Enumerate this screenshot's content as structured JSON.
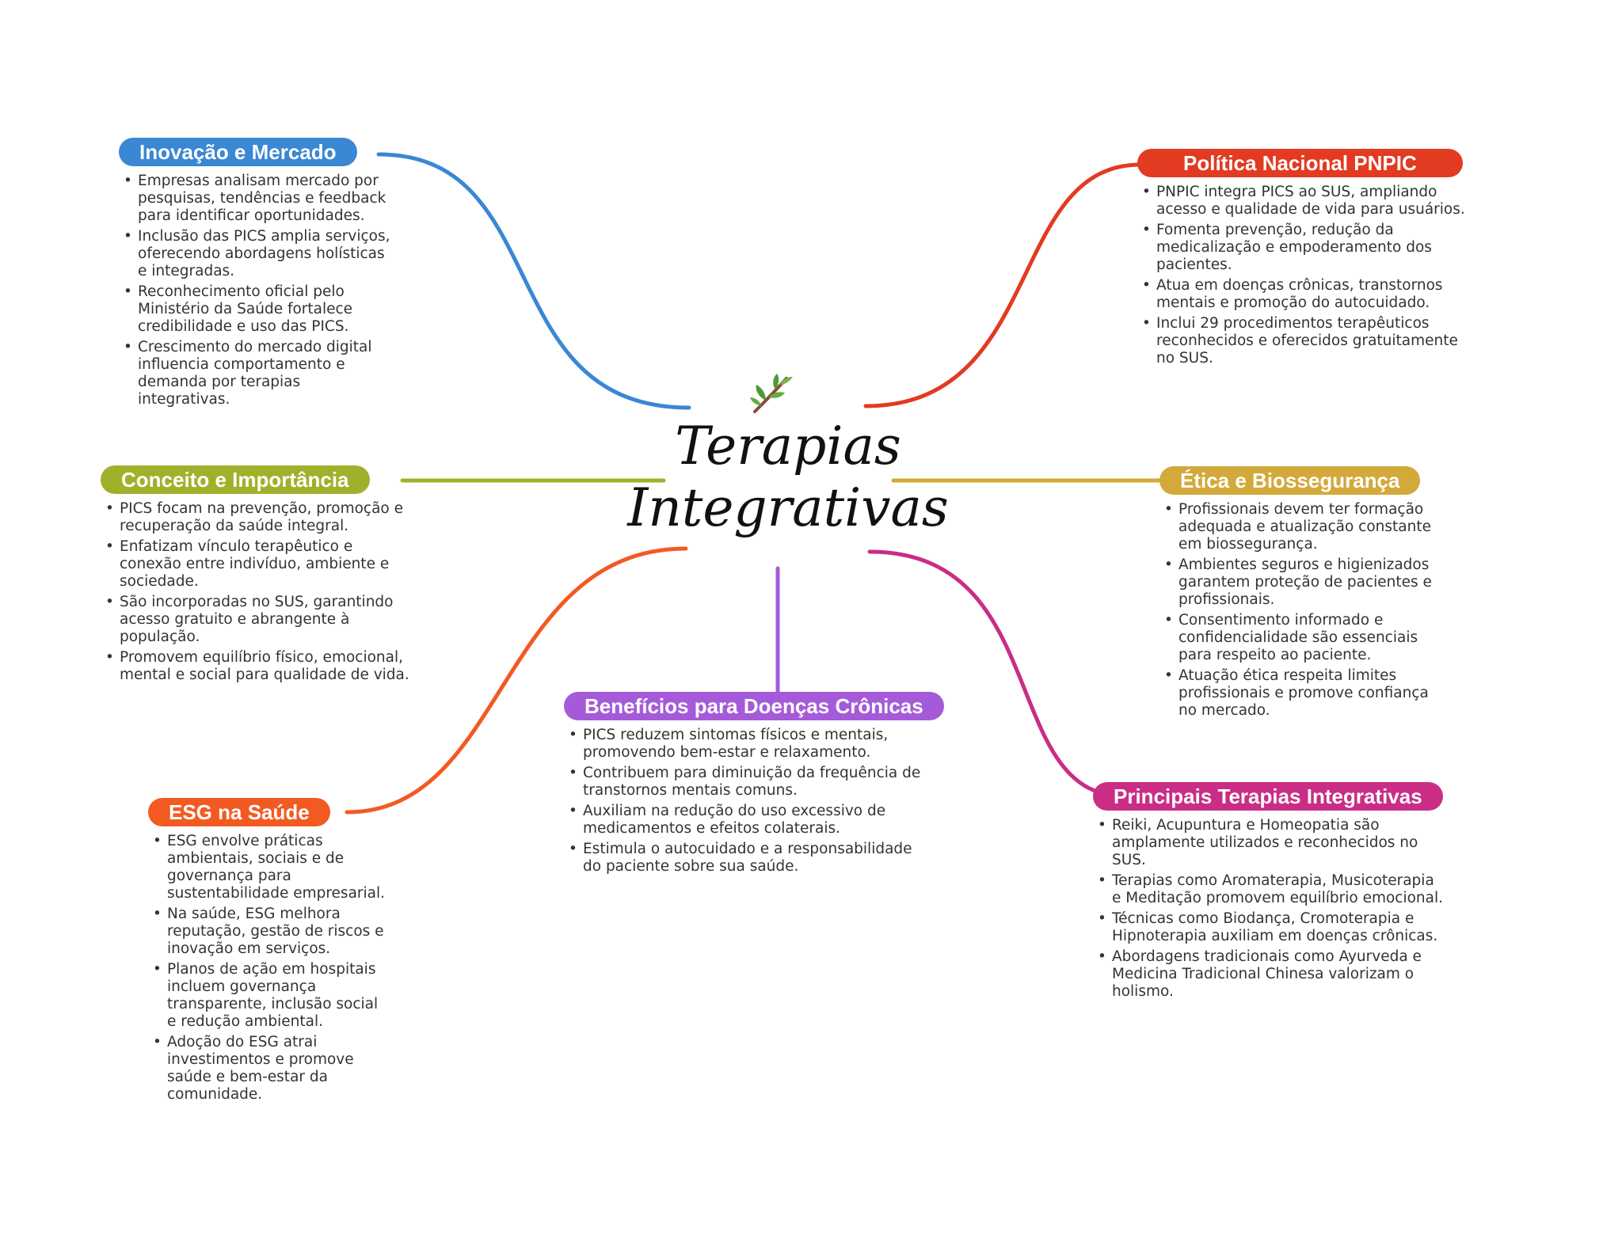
{
  "center": {
    "icon": "plant-sprig-icon",
    "title_line1": "Terapias",
    "title_line2": "Integrativas"
  },
  "branches": {
    "inovacao": {
      "title": "Inovação e Mercado",
      "color": "#3a87d4",
      "items": [
        "Empresas analisam mercado por pesquisas, tendências e feedback para identificar oportunidades.",
        "Inclusão das PICS amplia serviços, oferecendo abordagens holísticas e integradas.",
        "Reconhecimento oficial pelo Ministério da Saúde fortalece credibilidade e uso das PICS.",
        "Crescimento do mercado digital influencia comportamento e demanda por terapias integrativas."
      ]
    },
    "conceito": {
      "title": "Conceito e Importância",
      "color": "#a1b02a",
      "items": [
        "PICS focam na prevenção, promoção e recuperação da saúde integral.",
        "Enfatizam vínculo terapêutico e conexão entre indivíduo, ambiente e sociedade.",
        "São incorporadas no SUS, garantindo acesso gratuito e abrangente à população.",
        "Promovem equilíbrio físico, emocional, mental e social para qualidade de vida."
      ]
    },
    "esg": {
      "title": "ESG na Saúde",
      "color": "#f25a22",
      "items": [
        "ESG envolve práticas ambientais, sociais e de governança para sustentabilidade empresarial.",
        "Na saúde, ESG melhora reputação, gestão de riscos e inovação em serviços.",
        "Planos de ação em hospitais incluem governança transparente, inclusão social e redução ambiental.",
        "Adoção do ESG atrai investimentos e promove saúde e bem-estar da comunidade."
      ]
    },
    "beneficios": {
      "title": "Benefícios para Doenças Crônicas",
      "color": "#a55bd9",
      "items": [
        "PICS reduzem sintomas físicos e mentais, promovendo bem-estar e relaxamento.",
        "Contribuem para diminuição da frequência de transtornos mentais comuns.",
        "Auxiliam na redução do uso excessivo de medicamentos e efeitos colaterais.",
        "Estimula o autocuidado e a responsabilidade do paciente sobre sua saúde."
      ]
    },
    "politica": {
      "title": "Política Nacional PNPIC",
      "color": "#e33a22",
      "items": [
        "PNPIC integra PICS ao SUS, ampliando acesso e qualidade de vida para usuários.",
        "Fomenta prevenção, redução da medicalização e empoderamento dos pacientes.",
        "Atua em doenças crônicas, transtornos mentais e promoção do autocuidado.",
        "Inclui 29 procedimentos terapêuticos reconhecidos e oferecidos gratuitamente no SUS."
      ]
    },
    "etica": {
      "title": "Ética e Biossegurança",
      "color": "#d2a93a",
      "items": [
        "Profissionais devem ter formação adequada e atualização constante em biossegurança.",
        "Ambientes seguros e higienizados garantem proteção de pacientes e profissionais.",
        "Consentimento informado e confidencialidade são essenciais para respeito ao paciente.",
        "Atuação ética respeita limites profissionais e promove confiança no mercado."
      ]
    },
    "principais": {
      "title": "Principais Terapias Integrativas",
      "color": "#c92d86",
      "items": [
        "Reiki, Acupuntura e Homeopatia são amplamente utilizados e reconhecidos no SUS.",
        "Terapias como Aromaterapia, Musicoterapia e Meditação promovem equilíbrio emocional.",
        "Técnicas como Biodança, Cromoterapia e Hipnoterapia auxiliam em doenças crônicas.",
        "Abordagens tradicionais como Ayurveda e Medicina Tradicional Chinesa valorizam o holismo."
      ]
    }
  }
}
